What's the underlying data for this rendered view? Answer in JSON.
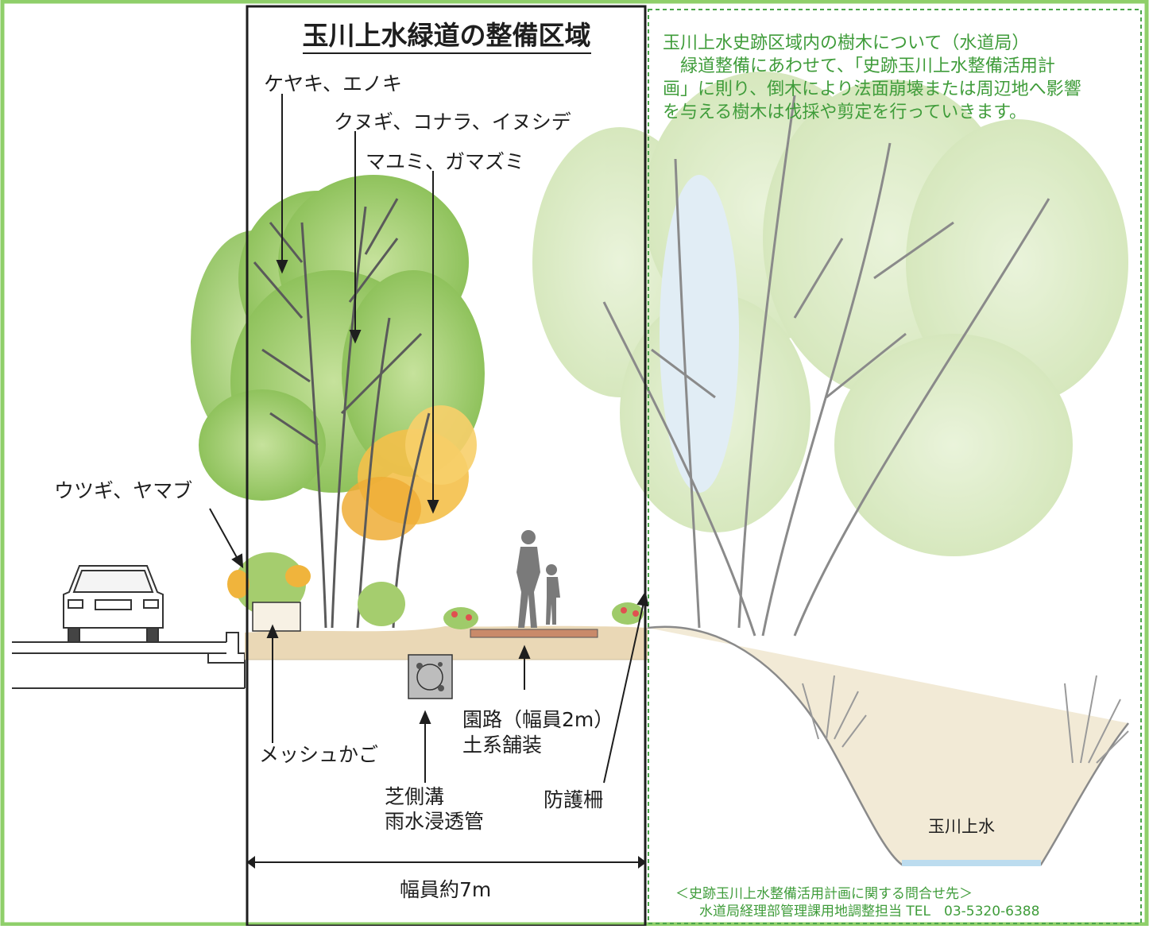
{
  "title": "玉川上水緑道の整備区域",
  "note": {
    "lines": [
      "玉川上水史跡区域内の樹木について（水道局）",
      "　緑道整備にあわせて、「史跡玉川上水整備活用計",
      "画」に則り、倒木により法面崩壊または周辺地へ影響",
      "を与える樹木は伐採や剪定を行っていきます。"
    ]
  },
  "labels": {
    "keyaki": "ケヤキ、エノキ",
    "kunugi": "クヌギ、コナラ、イヌシデ",
    "mayumi": "マユミ、ガマズミ",
    "utsugi": "ウツギ、ヤマブ",
    "mesh": "メッシュかご",
    "shiba_1": "芝側溝",
    "shiba_2": "雨水浸透管",
    "path_1": "園路（幅員2m）",
    "path_2": "土系舗装",
    "fence": "防護柵",
    "width": "幅員約7m",
    "river": "玉川上水"
  },
  "contact": {
    "line1": "＜史跡玉川上水整備活用計画に関する問合せ先＞",
    "line2": "水道局経理部管理課用地調整担当 TEL　03-5320-6388"
  },
  "colors": {
    "frame_green": "#8fcf6a",
    "text_green": "#3f9c3a",
    "foliage": "#9fcb6a",
    "autumn": "#f0b43c",
    "soil": "#e8d6b8"
  }
}
